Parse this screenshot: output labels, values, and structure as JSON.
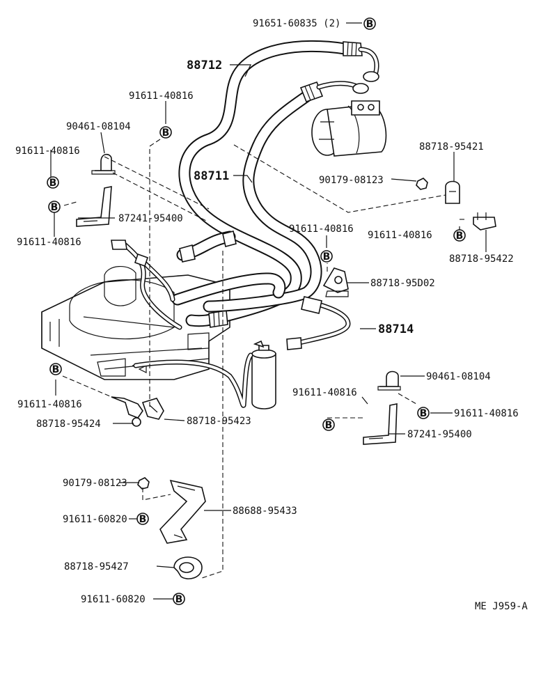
{
  "diagram_code": "ME J959-A",
  "labels": {
    "p_91651_60835": "91651-60835 (2)",
    "p_88712": "88712",
    "p_88711": "88711",
    "p_88714": "88714",
    "p_91611_40816_a": "91611-40816",
    "p_90461_08104_a": "90461-08104",
    "p_91611_40816_b": "91611-40816",
    "p_87241_95400_a": "87241-95400",
    "p_91611_40816_c": "91611-40816",
    "p_88718_95421": "88718-95421",
    "p_90179_08123_a": "90179-08123",
    "p_91611_40816_d": "91611-40816",
    "p_91611_40816_e": "91611-40816",
    "p_88718_95422": "88718-95422",
    "p_88718_95D02": "88718-95D02",
    "p_90461_08104_b": "90461-08104",
    "p_91611_40816_f": "91611-40816",
    "p_91611_40816_g": "91611-40816",
    "p_87241_95400_b": "87241-95400",
    "p_91611_40816_h": "91611-40816",
    "p_88718_95424": "88718-95424",
    "p_88718_95423": "88718-95423",
    "p_90179_08123_b": "90179-08123",
    "p_91611_60820_a": "91611-60820",
    "p_88688_95433": "88688-95433",
    "p_88718_95427": "88718-95427",
    "p_91611_60820_b": "91611-60820"
  },
  "bolt_marker": "B"
}
